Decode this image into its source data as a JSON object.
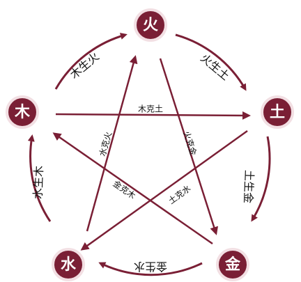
{
  "colors": {
    "node_fill": "#7a1f35",
    "node_ring": "#f2dfe3",
    "cycle_arrow": "#7a1f35",
    "star_line": "#7a1f35",
    "text": "#111111"
  },
  "elements": [
    {
      "key": "fire",
      "label": "火"
    },
    {
      "key": "earth",
      "label": "土"
    },
    {
      "key": "metal",
      "label": "金"
    },
    {
      "key": "water",
      "label": "水"
    },
    {
      "key": "wood",
      "label": "木"
    }
  ],
  "generating": [
    {
      "label": "木生火"
    },
    {
      "label": "火生土"
    },
    {
      "label": "土生金"
    },
    {
      "label": "金生水"
    },
    {
      "label": "水生木"
    }
  ],
  "controlling": [
    {
      "label": "木克土"
    },
    {
      "label": "火克金"
    },
    {
      "label": "土克水"
    },
    {
      "label": "金克木"
    },
    {
      "label": "水克火"
    }
  ]
}
